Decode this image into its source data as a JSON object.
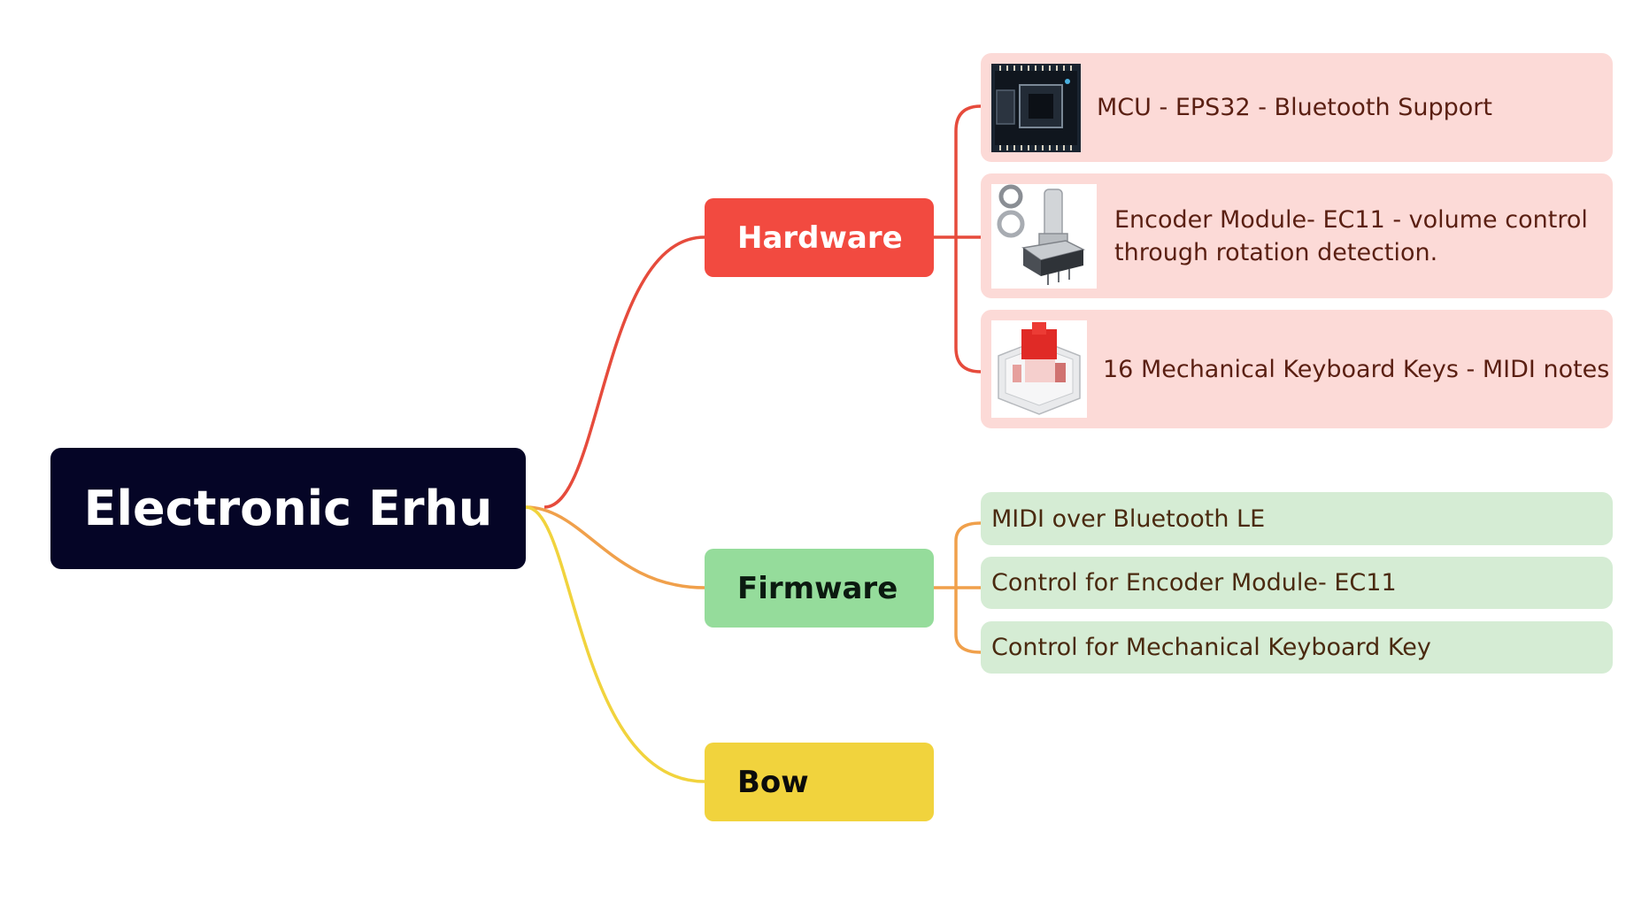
{
  "root": {
    "label": "Electronic Erhu"
  },
  "branches": {
    "hardware": {
      "label": "Hardware",
      "color": "#f24a40",
      "items": [
        {
          "label": "MCU - EPS32 - Bluetooth Support",
          "image": "esp32-board-photo"
        },
        {
          "label": "Encoder Module- EC11  - volume control through rotation detection.",
          "image": "rotary-encoder-photo"
        },
        {
          "label": "16 Mechanical Keyboard Keys - MIDI notes",
          "image": "mechanical-switch-photo"
        }
      ]
    },
    "firmware": {
      "label": "Firmware",
      "color": "#95dc9b",
      "items": [
        {
          "label": "MIDI over Bluetooth LE"
        },
        {
          "label": "Control for Encoder Module- EC11"
        },
        {
          "label": "Control for Mechanical Keyboard Key"
        }
      ]
    },
    "bow": {
      "label": "Bow",
      "color": "#f1d33d"
    }
  },
  "colors": {
    "root_bg": "#050526",
    "hardware_leaf_bg": "#fcdad7",
    "firmware_leaf_bg": "#d5ecd4",
    "hardware_link": "#e64b3c",
    "firmware_link": "#f0a04b",
    "bow_link": "#f1d33d"
  }
}
